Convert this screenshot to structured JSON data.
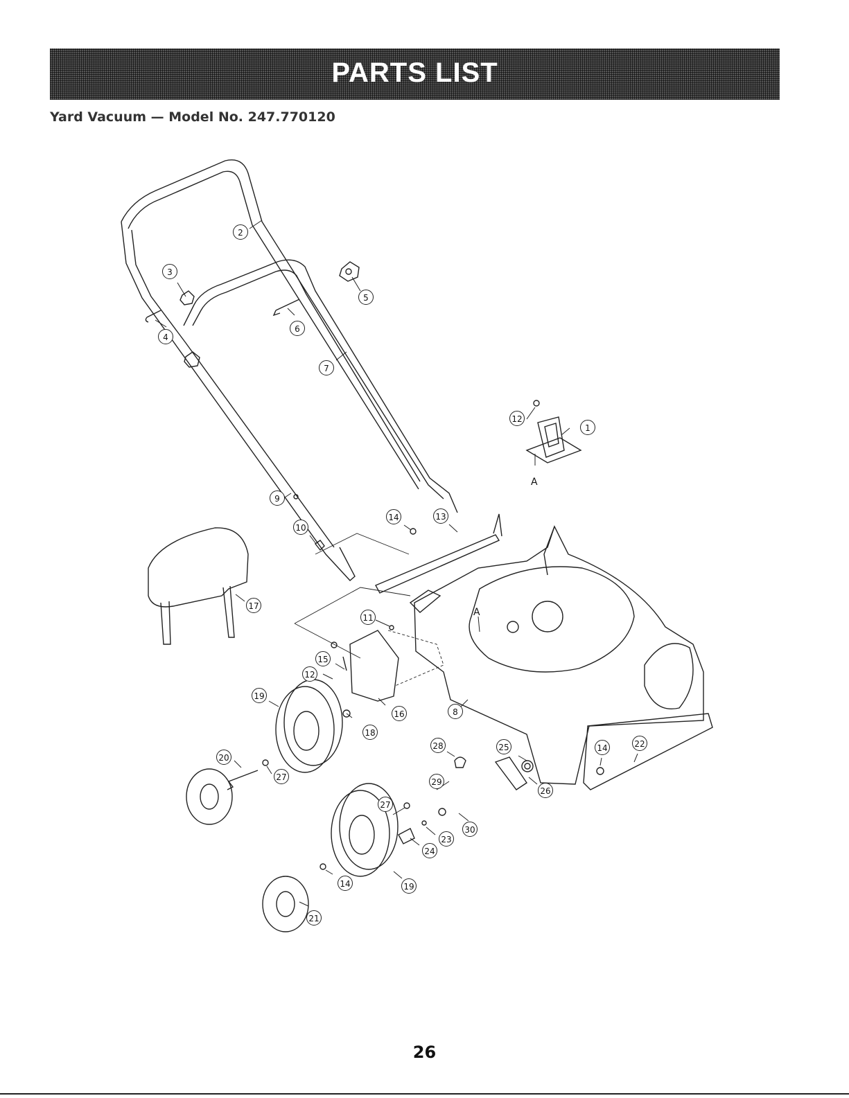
{
  "header": {
    "banner_title": "PARTS LIST",
    "subtitle": "Yard Vacuum — Model No. 247.770120"
  },
  "diagram": {
    "callouts": [
      {
        "id": "callout-1",
        "label": "1"
      },
      {
        "id": "callout-2",
        "label": "2"
      },
      {
        "id": "callout-3",
        "label": "3"
      },
      {
        "id": "callout-4",
        "label": "4"
      },
      {
        "id": "callout-5",
        "label": "5"
      },
      {
        "id": "callout-6",
        "label": "6"
      },
      {
        "id": "callout-7",
        "label": "7"
      },
      {
        "id": "callout-8",
        "label": "8"
      },
      {
        "id": "callout-9",
        "label": "9"
      },
      {
        "id": "callout-10",
        "label": "10"
      },
      {
        "id": "callout-11",
        "label": "11"
      },
      {
        "id": "callout-12a",
        "label": "12"
      },
      {
        "id": "callout-12b",
        "label": "12"
      },
      {
        "id": "callout-13",
        "label": "13"
      },
      {
        "id": "callout-14a",
        "label": "14"
      },
      {
        "id": "callout-14b",
        "label": "14"
      },
      {
        "id": "callout-14c",
        "label": "14"
      },
      {
        "id": "callout-15",
        "label": "15"
      },
      {
        "id": "callout-16",
        "label": "16"
      },
      {
        "id": "callout-17",
        "label": "17"
      },
      {
        "id": "callout-18",
        "label": "18"
      },
      {
        "id": "callout-19a",
        "label": "19"
      },
      {
        "id": "callout-19b",
        "label": "19"
      },
      {
        "id": "callout-20",
        "label": "20"
      },
      {
        "id": "callout-21",
        "label": "21"
      },
      {
        "id": "callout-22",
        "label": "22"
      },
      {
        "id": "callout-23",
        "label": "23"
      },
      {
        "id": "callout-24",
        "label": "24"
      },
      {
        "id": "callout-25",
        "label": "25"
      },
      {
        "id": "callout-26",
        "label": "26"
      },
      {
        "id": "callout-27a",
        "label": "27"
      },
      {
        "id": "callout-27b",
        "label": "27"
      },
      {
        "id": "callout-28",
        "label": "28"
      },
      {
        "id": "callout-29",
        "label": "29"
      },
      {
        "id": "callout-30",
        "label": "30"
      }
    ],
    "reference_marks": [
      {
        "id": "ref-a-chute",
        "label": "A"
      },
      {
        "id": "ref-a-deck",
        "label": "A"
      }
    ]
  },
  "footer": {
    "page_number": "26"
  }
}
